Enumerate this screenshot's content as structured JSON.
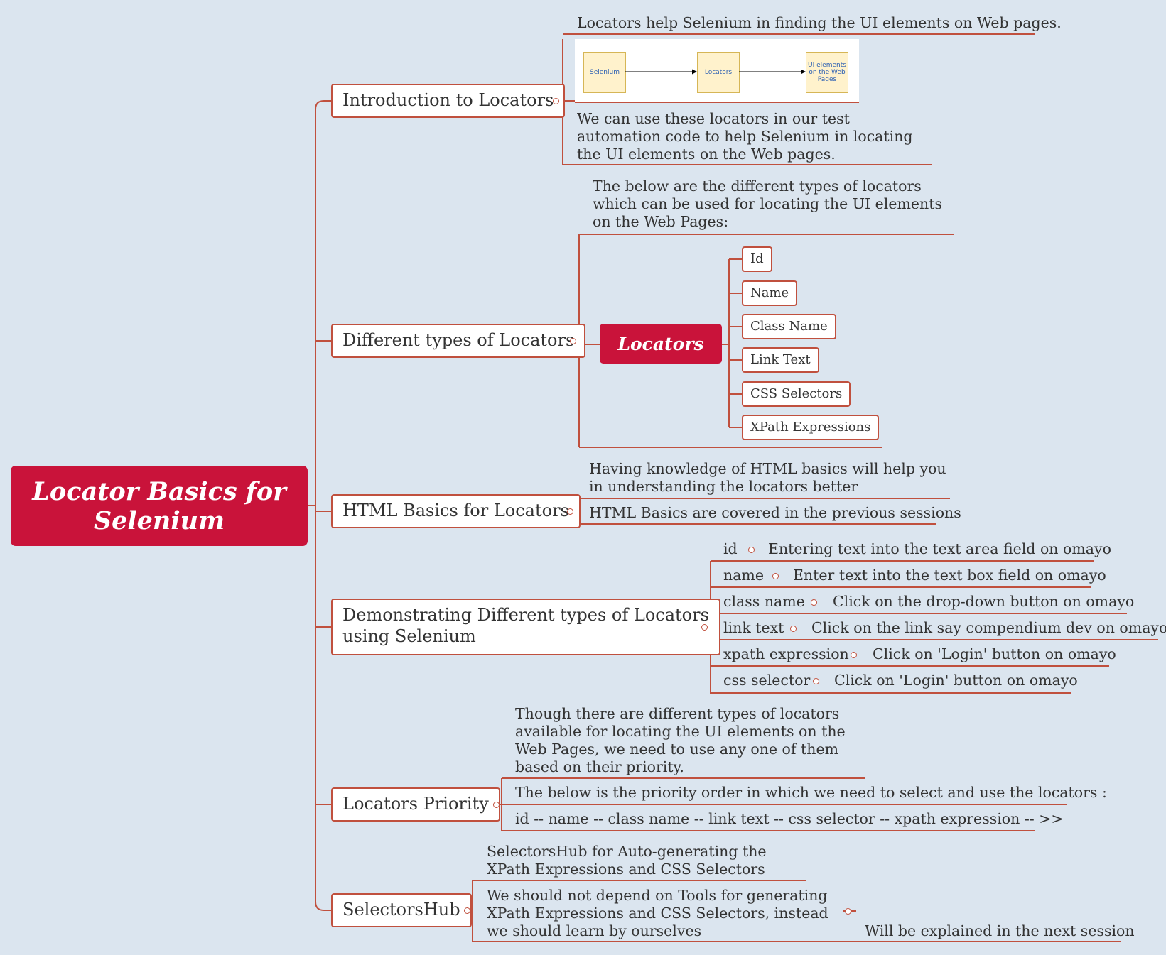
{
  "root": {
    "line1": "Locator Basics for",
    "line2": "Selenium"
  },
  "intro": {
    "title": "Introduction to Locators",
    "note1": "Locators help Selenium in finding the UI elements on Web pages.",
    "flow": [
      "Selenium",
      "Locators",
      "UI elements on the Web Pages"
    ],
    "note2": "We can use these locators in our test automation code to help Selenium in locating the UI elements on the Web pages."
  },
  "types": {
    "title": "Different types of Locators",
    "note": "The below are the different types of locators which can be used for locating the UI elements on the Web Pages:",
    "hub": "Locators",
    "items": [
      "Id",
      "Name",
      "Class Name",
      "Link Text",
      "CSS Selectors",
      "XPath Expressions"
    ]
  },
  "html": {
    "title": "HTML Basics for Locators",
    "note1": "Having knowledge of HTML basics will help you in understanding the locators better",
    "note2": "HTML Basics are covered in the previous sessions"
  },
  "demo": {
    "title_line1": "Demonstrating Different types of Locators",
    "title_line2": "using Selenium",
    "rows": [
      {
        "label": "id",
        "desc": "Entering text into the text area field on omayo"
      },
      {
        "label": "name",
        "desc": "Enter text into the text box field on omayo"
      },
      {
        "label": "class name",
        "desc": "Click on the drop-down button on omayo"
      },
      {
        "label": "link text",
        "desc": "Click on the link say compendium dev on omayo"
      },
      {
        "label": "xpath expression",
        "desc": "Click on 'Login' button on omayo"
      },
      {
        "label": "css selector",
        "desc": "Click on 'Login' button on omayo"
      }
    ]
  },
  "priority": {
    "title": "Locators Priority",
    "note1": "Though there are different types of locators available for locating the UI elements on the Web Pages, we need to use any one of them based on their priority.",
    "note2": "The below is the priority order in which we need to select and use the locators :",
    "note3": "id -- name -- class name -- link text -- css selector -- xpath expression -- >>"
  },
  "hub": {
    "title": "SelectorsHub",
    "note1": "SelectorsHub for Auto-generating the XPath Expressions and CSS Selectors",
    "note2": "We should not depend on Tools for generating XPath Expressions and CSS Selectors, instead we should learn by ourselves",
    "note3": "Will be explained in the next session"
  },
  "colors": {
    "accent": "#c9133a",
    "line": "#c0503e",
    "background": "#dbe5ef"
  }
}
